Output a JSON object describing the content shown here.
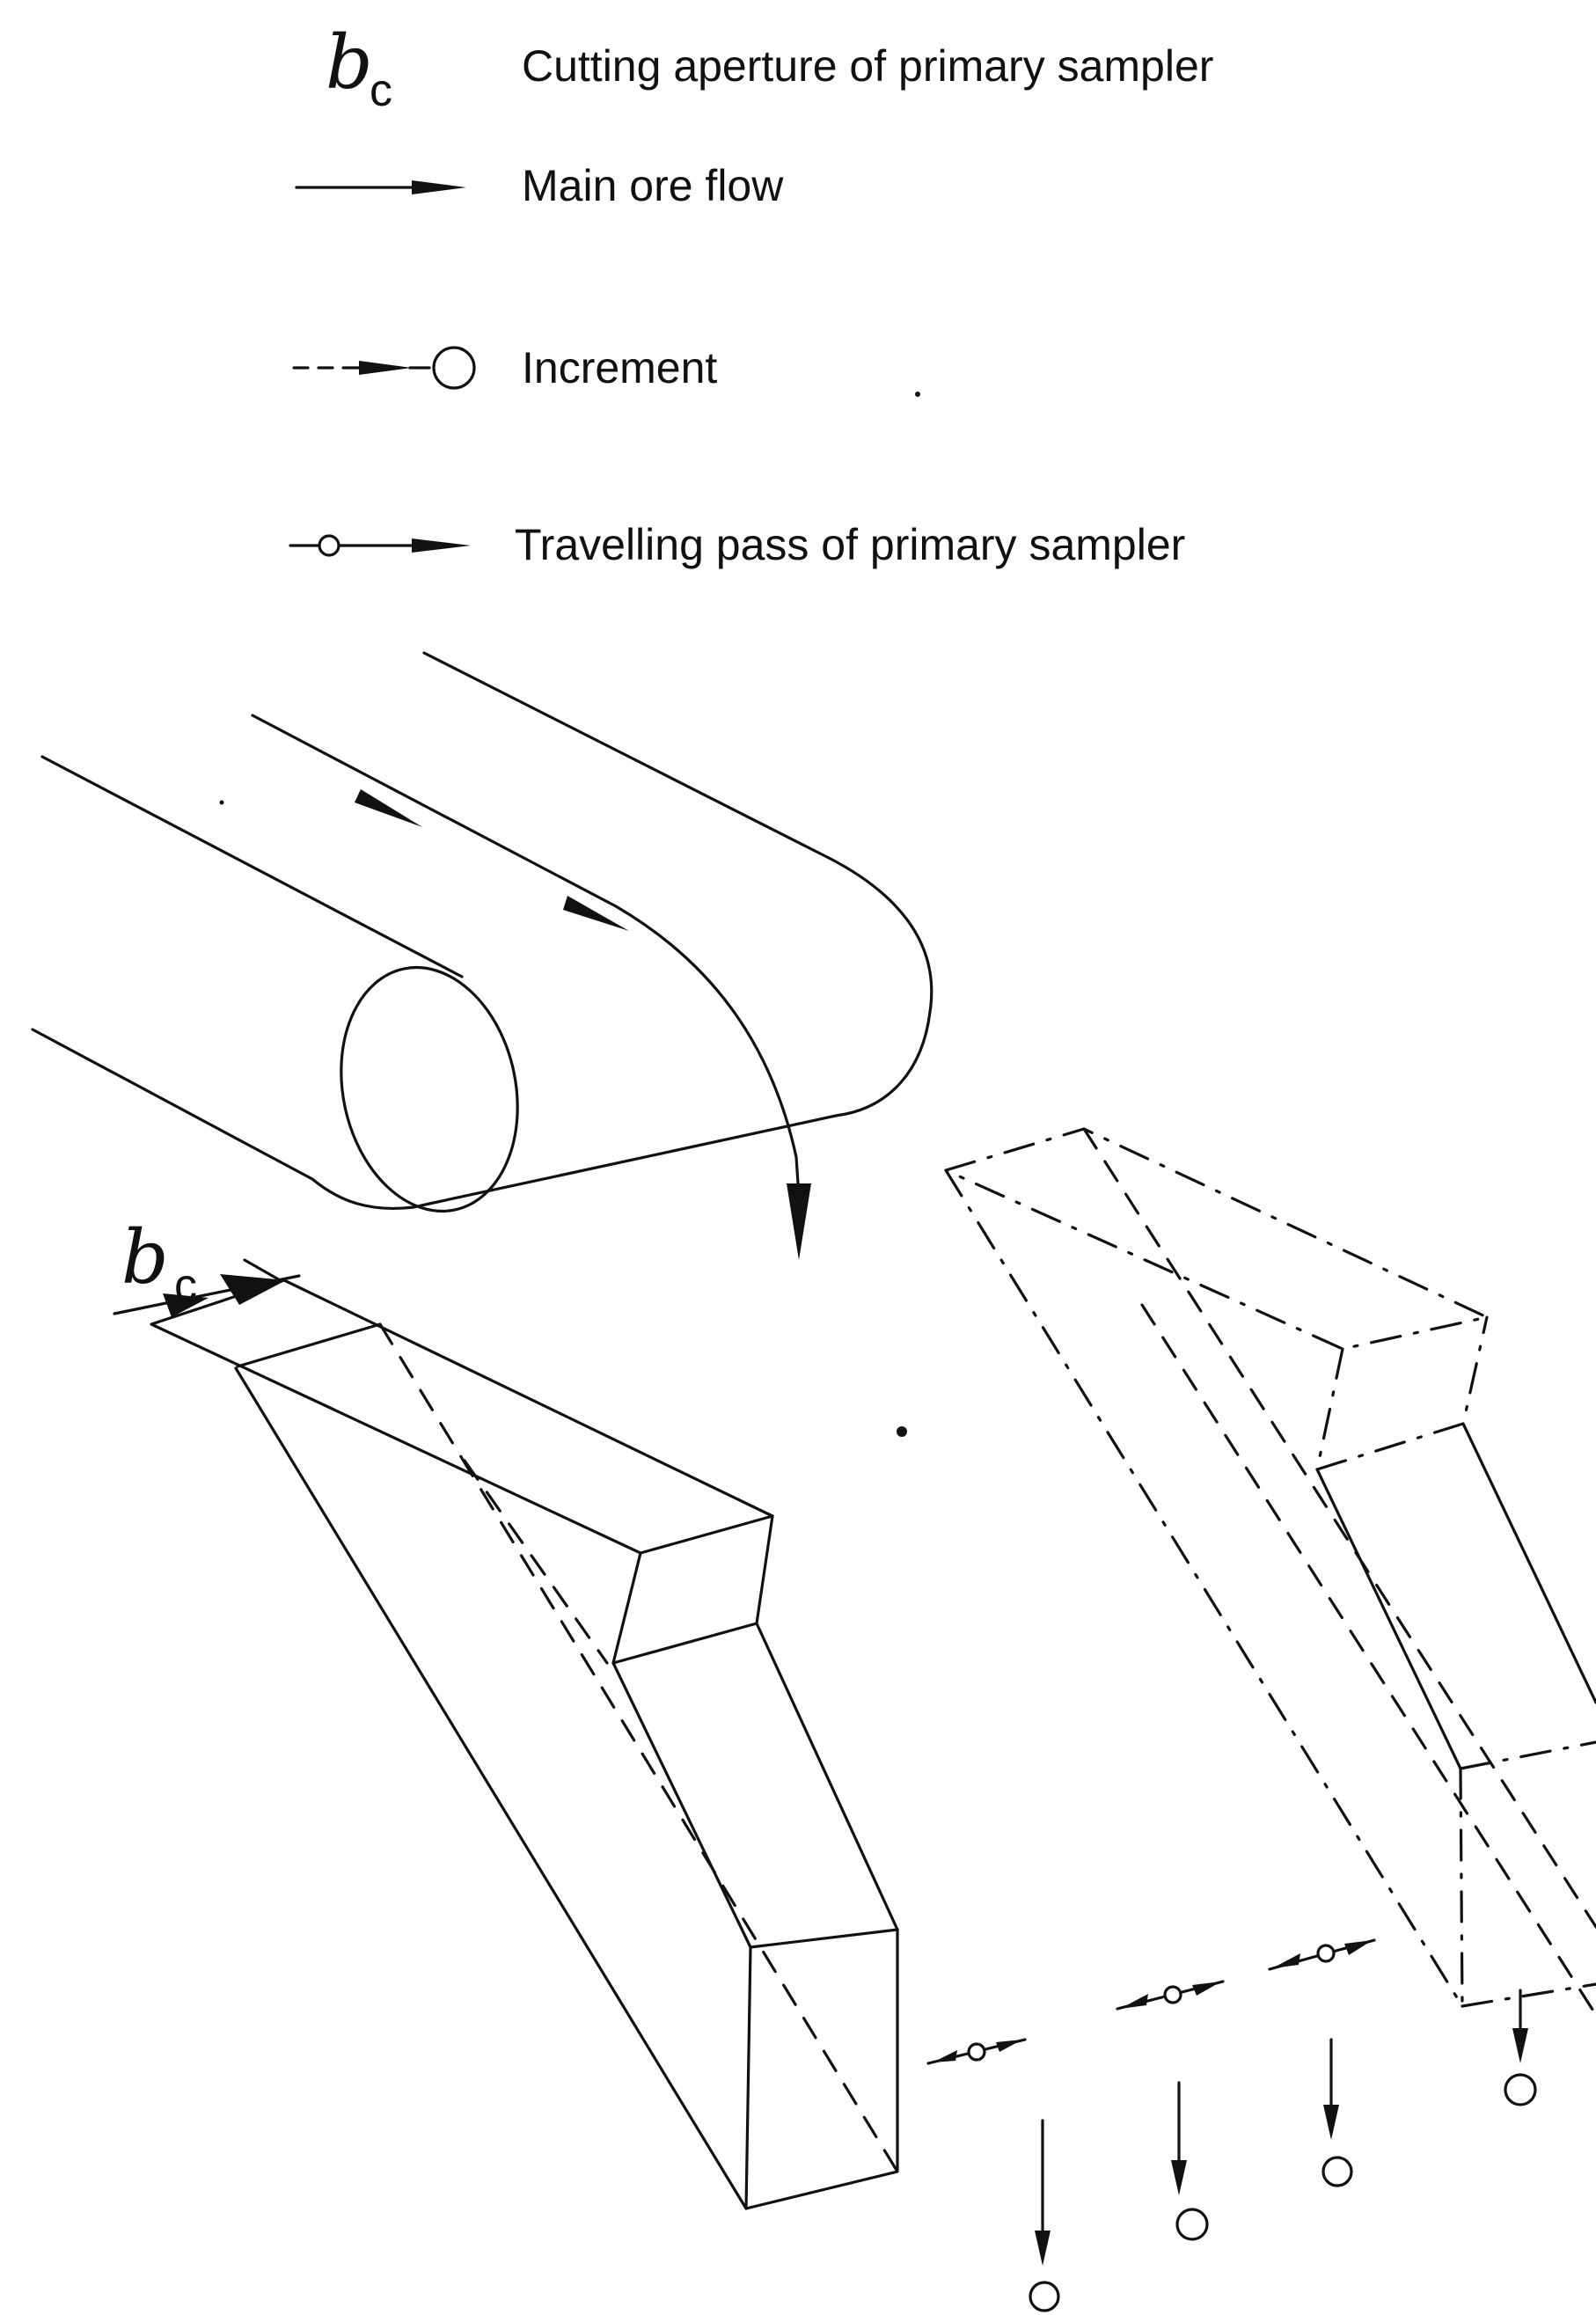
{
  "legend": {
    "cutting_aperture": {
      "symbol": "b",
      "subscript": "c",
      "label": "Cutting aperture of primary sampler"
    },
    "main_ore_flow": {
      "label": "Main ore flow",
      "icon": "solid-arrow-icon"
    },
    "increment": {
      "label": "Increment",
      "icon": "dashed-arrow-circle-icon"
    },
    "travelling_pass": {
      "label": "Travelling pass of primary sampler",
      "icon": "circle-arrow-line-icon"
    }
  },
  "diagram": {
    "aperture_label": {
      "symbol": "b",
      "subscript": "c"
    },
    "components": [
      "conveyor-belt",
      "head-pulley",
      "primary-sampler-cutter",
      "primary-sampler-cutter-ghost"
    ],
    "line_color": "#111111",
    "background": "#ffffff"
  }
}
